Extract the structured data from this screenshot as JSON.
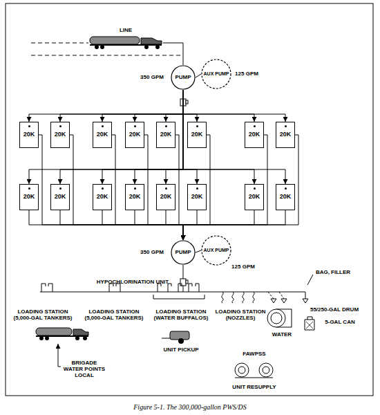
{
  "diagram": {
    "caption": "Figure 5-1. The 300,000-gallon PWS/DS",
    "nodes": [
      {
        "text": [
          "PUMP"
        ]
      },
      {
        "text": [
          "AUX PUMP"
        ]
      },
      {
        "text": [
          "20K"
        ]
      },
      {
        "text": [
          "20K"
        ]
      },
      {
        "text": [
          "20K"
        ]
      },
      {
        "text": [
          "20K"
        ]
      },
      {
        "text": [
          "20K"
        ]
      },
      {
        "text": [
          "20K"
        ]
      },
      {
        "text": [
          "20K"
        ]
      },
      {
        "text": [
          "20K"
        ]
      },
      {
        "text": [
          "20K"
        ]
      },
      {
        "text": [
          "20K"
        ]
      },
      {
        "text": [
          "20K"
        ]
      },
      {
        "text": [
          "20K"
        ]
      },
      {
        "text": [
          "20K"
        ]
      },
      {
        "text": [
          "20K"
        ]
      },
      {
        "text": [
          "20K"
        ]
      },
      {
        "text": [
          "20K"
        ]
      },
      {
        "text": [
          "PUMP"
        ]
      },
      {
        "text": [
          "AUX PUMP"
        ]
      }
    ],
    "edges": [
      {
        "from": 0,
        "to": 1,
        "arrow": "none"
      },
      {
        "from": 0,
        "to": 2,
        "arrow": "to"
      },
      {
        "from": 0,
        "to": 3,
        "arrow": "to"
      },
      {
        "from": 0,
        "to": 4,
        "arrow": "to"
      },
      {
        "from": 0,
        "to": 5,
        "arrow": "to"
      },
      {
        "from": 0,
        "to": 6,
        "arrow": "to"
      },
      {
        "from": 0,
        "to": 7,
        "arrow": "to"
      },
      {
        "from": 0,
        "to": 8,
        "arrow": "to"
      },
      {
        "from": 0,
        "to": 9,
        "arrow": "to"
      },
      {
        "from": 0,
        "to": 10,
        "arrow": "to"
      },
      {
        "from": 0,
        "to": 11,
        "arrow": "to"
      },
      {
        "from": 0,
        "to": 12,
        "arrow": "to"
      },
      {
        "from": 0,
        "to": 13,
        "arrow": "to"
      },
      {
        "from": 0,
        "to": 14,
        "arrow": "to"
      },
      {
        "from": 0,
        "to": 15,
        "arrow": "to"
      },
      {
        "from": 0,
        "to": 16,
        "arrow": "to"
      },
      {
        "from": 0,
        "to": 17,
        "arrow": "to"
      },
      {
        "from": 2,
        "to": 18,
        "arrow": "to"
      },
      {
        "from": 3,
        "to": 18,
        "arrow": "to"
      },
      {
        "from": 4,
        "to": 18,
        "arrow": "to"
      },
      {
        "from": 5,
        "to": 18,
        "arrow": "to"
      },
      {
        "from": 6,
        "to": 18,
        "arrow": "to"
      },
      {
        "from": 7,
        "to": 18,
        "arrow": "to"
      },
      {
        "from": 8,
        "to": 18,
        "arrow": "to"
      },
      {
        "from": 9,
        "to": 18,
        "arrow": "to"
      },
      {
        "from": 10,
        "to": 18,
        "arrow": "to"
      },
      {
        "from": 11,
        "to": 18,
        "arrow": "to"
      },
      {
        "from": 12,
        "to": 18,
        "arrow": "to"
      },
      {
        "from": 13,
        "to": 18,
        "arrow": "to"
      },
      {
        "from": 14,
        "to": 18,
        "arrow": "to"
      },
      {
        "from": 15,
        "to": 18,
        "arrow": "to"
      },
      {
        "from": 16,
        "to": 18,
        "arrow": "to"
      },
      {
        "from": 17,
        "to": 18,
        "arrow": "to"
      },
      {
        "from": 18,
        "to": 19,
        "arrow": "none"
      }
    ],
    "labels": [
      "LINE",
      "350 GPM",
      "125 GPM",
      "350 GPM",
      "125 GPM",
      "HYPOCHLORINATION UNIT",
      "BAG, FILLER",
      "LOADING STATION (5,000-GAL TANKERS)",
      "LOADING STATION (5,000-GAL TANKERS)",
      "LOADING STATION (WATER BUFFALOS)",
      "LOADING STATION (NOZZLES)",
      "55/250-GAL DRUM",
      "5-GAL CAN",
      "WATER",
      "BRIGADE WATER POINTS LOCAL",
      "UNIT PICKUP",
      "FAWPSS",
      "UNIT RESUPPLY"
    ]
  }
}
